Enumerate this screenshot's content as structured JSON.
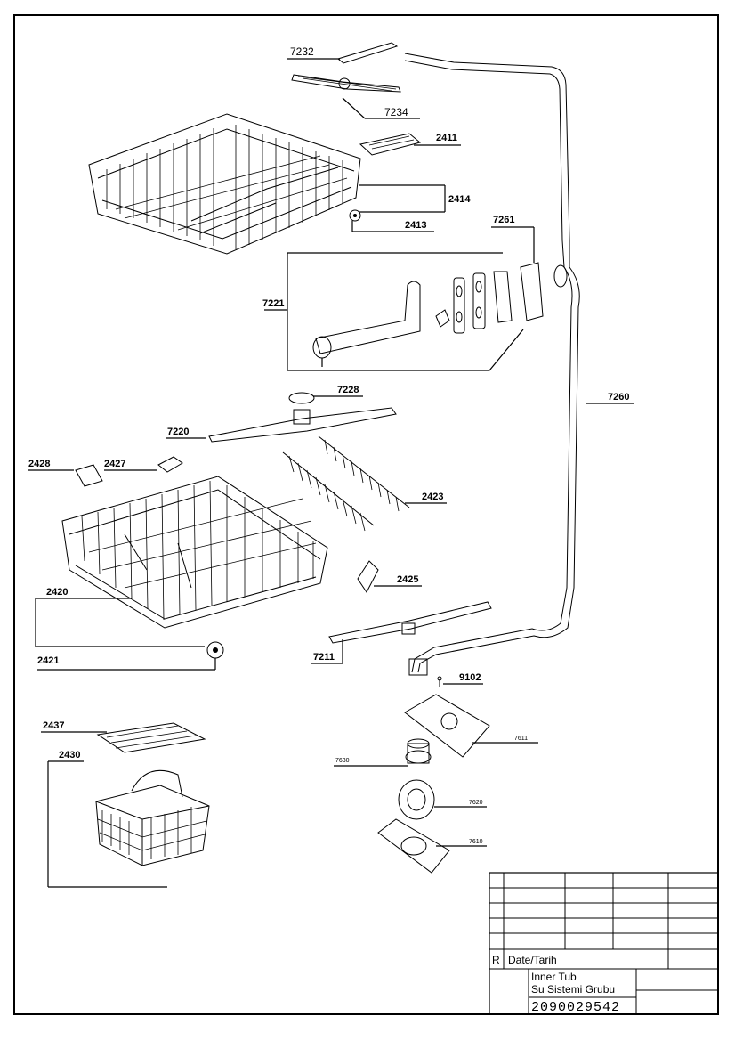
{
  "parts": {
    "p7232": "7232",
    "p7234": "7234",
    "p2411": "2411",
    "p2414": "2414",
    "p2413": "2413",
    "p7261": "7261",
    "p7221": "7221",
    "p7228": "7228",
    "p7260": "7260",
    "p7220": "7220",
    "p2428": "2428",
    "p2427": "2427",
    "p2423": "2423",
    "p2425": "2425",
    "p2420": "2420",
    "p2421": "2421",
    "p7211": "7211",
    "p9102": "9102",
    "p7611": "7611",
    "p7630": "7630",
    "p7620": "7620",
    "p7610": "7610",
    "p2437": "2437",
    "p2430": "2430"
  },
  "title_block": {
    "rev_marker": "R",
    "date_label": "Date/Tarih",
    "title_line1": "Inner Tub",
    "title_line2": "Su Sistemi Grubu",
    "part_code": "2090029542"
  }
}
